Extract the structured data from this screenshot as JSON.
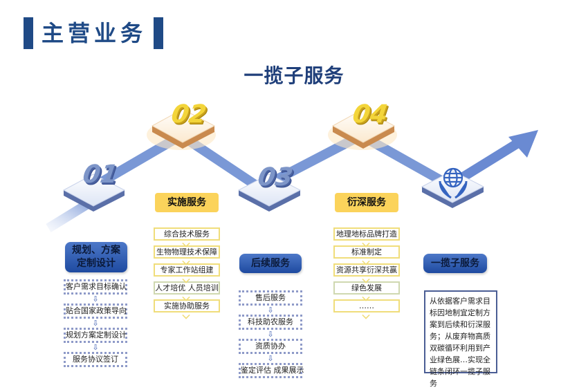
{
  "header": {
    "title": "主营业务"
  },
  "main_title": "一揽子服务",
  "colors": {
    "brand_blue": "#1f4a86",
    "path_blue": "#7a98d6",
    "badge_yellow": "#fbd35b",
    "gold": "#f3d53a"
  },
  "steps": [
    {
      "number": "01",
      "badge": "规划、方案定制设计",
      "badge_line1": "规划、方案",
      "badge_line2": "定制设计",
      "items": [
        "客户需求目标确认",
        "贴合国家政策导向",
        "规划方案定制设计",
        "服务协议签订"
      ]
    },
    {
      "number": "02",
      "badge": "实施服务",
      "items": [
        "综合技术服务",
        "生物物理技术保障",
        "专家工作站组建",
        "人才培优  人员培训",
        "实施协助服务"
      ]
    },
    {
      "number": "03",
      "badge": "后续服务",
      "items": [
        "售后服务",
        "科技助农服务",
        "资质协办",
        "鉴定评估 成果展示"
      ]
    },
    {
      "number": "04",
      "badge": "衍深服务",
      "items": [
        "地理地标品牌打造",
        "标准制定",
        "资源共享衍深共赢",
        "绿色发展",
        "……"
      ]
    },
    {
      "icon": "globe-hands-icon",
      "badge": "一揽子服务",
      "description": "从依据客户需求目标因地制宜定制方案到后续和衍深服务；从废弃物高质双碳循环利用到产业绿色展…实现全链条闭环一揽子服务"
    }
  ],
  "arrow_glyph": "⇩"
}
